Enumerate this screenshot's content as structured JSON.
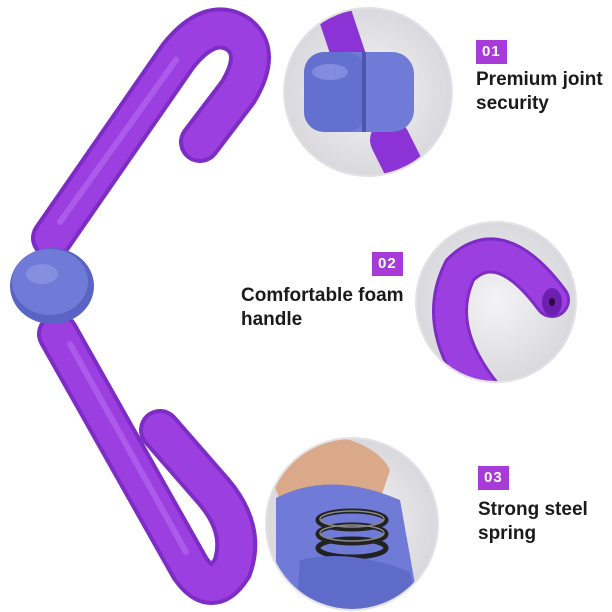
{
  "features": [
    {
      "number": "01",
      "label": "Premium joint\nsecurity",
      "photo": "joint-closeup-photo"
    },
    {
      "number": "02",
      "label": "Comfortable foam\nhandle",
      "photo": "foam-handle-closeup-photo"
    },
    {
      "number": "03",
      "label": "Strong steel\nspring",
      "photo": "steel-spring-closeup-photo"
    }
  ],
  "colors": {
    "foam": "#9b3fe0",
    "joint": "#6f7bd6",
    "badge": "#a83ad8",
    "text": "#1a1a1a"
  }
}
